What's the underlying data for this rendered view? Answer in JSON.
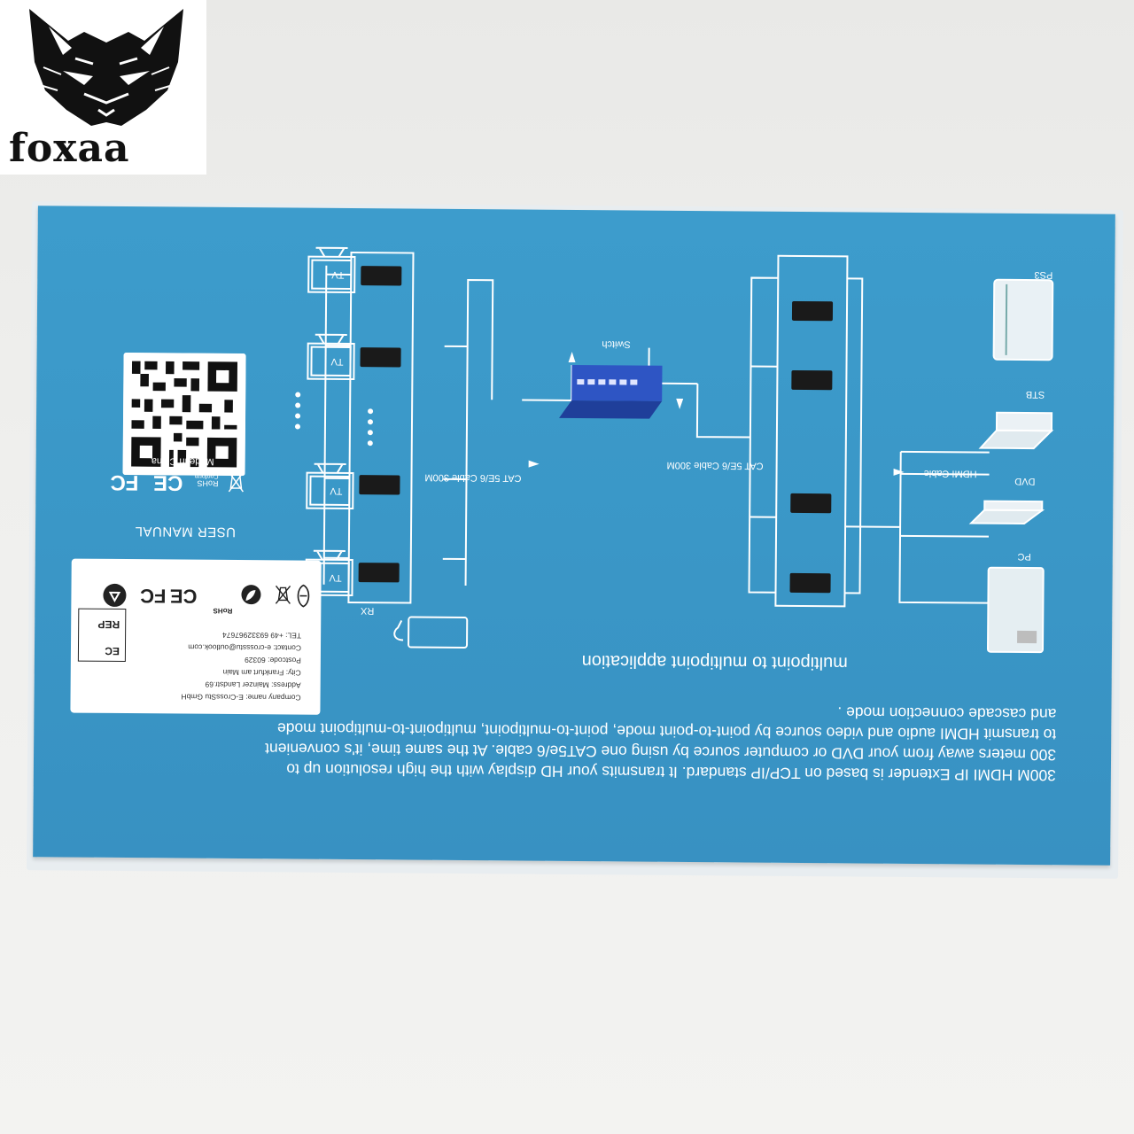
{
  "logo": {
    "text": "foxaa",
    "icon": "fox-head-icon"
  },
  "box": {
    "description": "300M HDMI IP Extender is based on TCP/IP standard. It transmits your HD display with the high resolution up to 300 meters away from your DVD or computer source by using one CAT5e/6 cable. At the same time, it's convenient to transmit HDMI audio and video source by point-to-point mode, point-to-multipoint, multipoint-to-multipoint mode and cascade connection mode .",
    "headline": "multipoint to multipoint  application",
    "user_manual": "USER MANUAL",
    "made_in": "Made in China",
    "certs": [
      "FC",
      "CE",
      "RoHS"
    ],
    "sources": [
      "PS3",
      "STB",
      "DVD",
      "PC"
    ],
    "hdmi_cable": "HDMI Cable",
    "cat_cable_left": "CAT 5E/6 Cable 300M",
    "cat_cable_right": "CAT 5E/6 Cable 300M",
    "switch_label": "Switch",
    "rx_label": "RX",
    "tv_label": "TV",
    "tv_labels": [
      "TV",
      "TV",
      "TV",
      "TV"
    ],
    "rohs_small": "RoHS",
    "rohs_compliant": "Conform"
  },
  "label": {
    "company": "Company name: E-CrossStu GmbH",
    "address": "Address: Mainzer Landstr.69",
    "city": "City: Frankfurt am Main",
    "postcode": "Postcode: 60329",
    "contact": "Contact: e-crossstu@outlook.com",
    "tel": "TEL: +49 69332967674",
    "ec": "EC",
    "rep": "REP"
  }
}
